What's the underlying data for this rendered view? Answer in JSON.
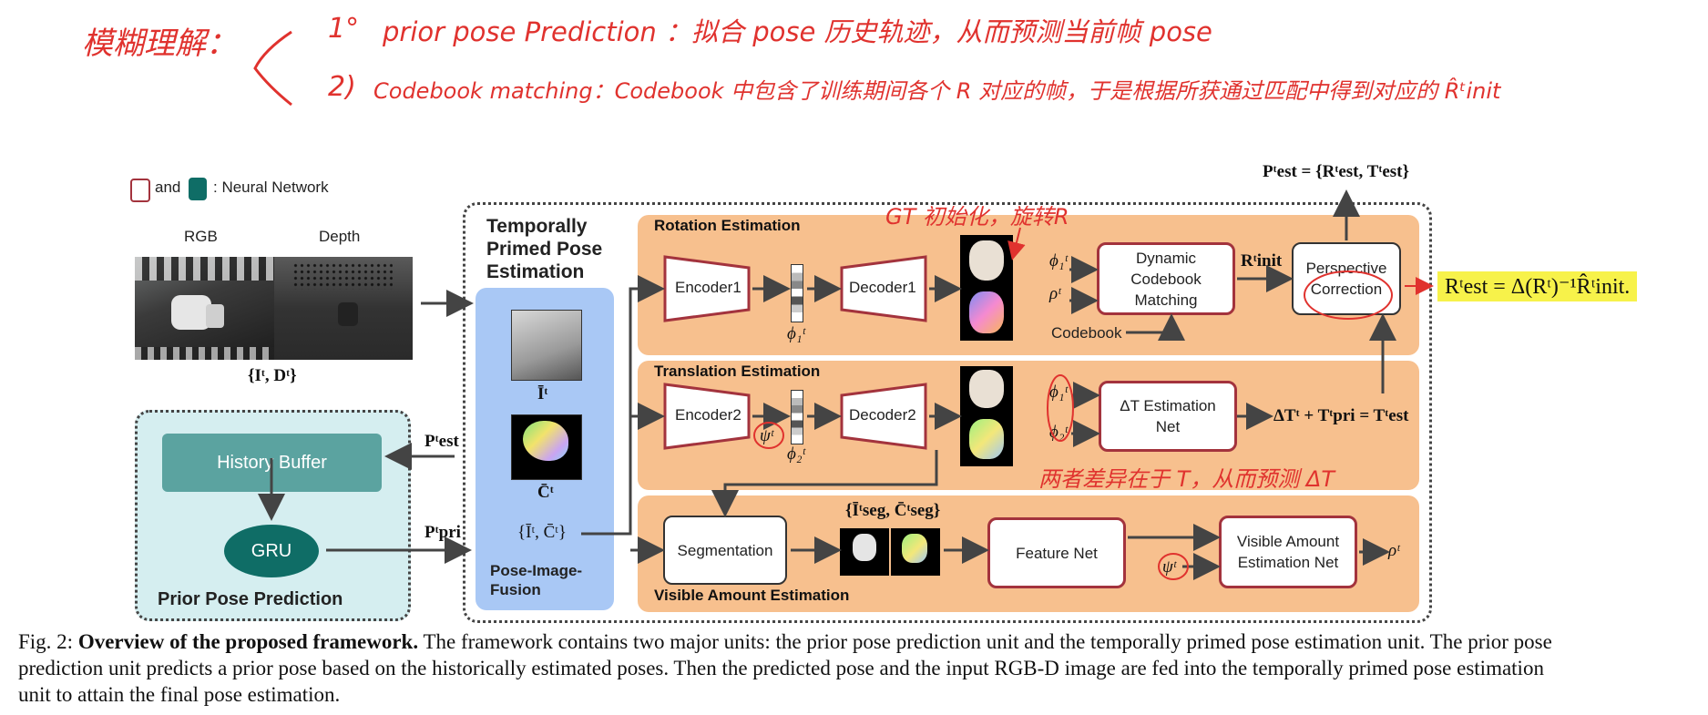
{
  "handwritten": {
    "line1_prefix": "模糊理解：",
    "line1_num": "1°",
    "line1_text": "prior pose Prediction ：拟合 pose 历史轨迹，从而预测当前帧 pose",
    "line2_num": "2)",
    "line2_text": "Codebook matching：Codebook 中包含了训练期间各个 R 对应的帧，于是根据所获通过匹配中得到对应的 R̂ᵗinit",
    "gt_note": "GT 初始化，旋转R",
    "trans_note": "两者差异在于 T，从而预测 ΔT"
  },
  "legend": {
    "and": "and",
    "label": ": Neural Network"
  },
  "input": {
    "rgb_label": "RGB",
    "depth_label": "Depth",
    "formula": "{Iᵗ, Dᵗ}"
  },
  "prior": {
    "title": "Prior Pose Prediction",
    "history": "History Buffer",
    "gru": "GRU",
    "p_est": "Pᵗest",
    "p_pri": "Pᵗpri"
  },
  "fusion": {
    "title": "Temporally Primed Pose Estimation",
    "subtitle": "Pose-Image-Fusion",
    "i_bar": "Īᵗ",
    "c_bar": "C̄ᵗ",
    "pair": "{Īᵗ, C̄ᵗ}"
  },
  "rotation": {
    "title": "Rotation Estimation",
    "encoder": "Encoder1",
    "decoder": "Decoder1",
    "phi": "ϕ₁ᵗ",
    "phi_in": "ϕ₁ᵗ",
    "rho_in": "ρᵗ",
    "codebook_box": "Dynamic Codebook Matching",
    "codebook": "Codebook",
    "r_init": "Rᵗinit",
    "perspective": "Perspective Correction"
  },
  "translation": {
    "title": "Translation Estimation",
    "encoder": "Encoder2",
    "decoder": "Decoder2",
    "psi": "ψᵗ",
    "phi": "ϕ₂ᵗ",
    "phi1": "ϕ₁ᵗ",
    "phi2": "ϕ₂ᵗ",
    "net": "ΔT Estimation Net",
    "out": "ΔTᵗ + Tᵗpri = Tᵗest"
  },
  "visible": {
    "title": "Visible Amount Estimation",
    "segmentation": "Segmentation",
    "seg_label": "{Īᵗseg, C̄ᵗseg}",
    "feature": "Feature Net",
    "psi": "ψᵗ",
    "net": "Visible Amount Estimation Net",
    "rho": "ρᵗ"
  },
  "output": {
    "p_est": "Pᵗest = {Rᵗest, Tᵗest}",
    "highlight": "Rᵗest = Δ(Rᵗ)⁻¹R̂ᵗinit."
  },
  "caption": {
    "fig": "Fig. 2:",
    "bold": "Overview of the proposed framework.",
    "text": "The framework contains two major units: the prior pose prediction unit and the temporally primed pose estimation unit. The prior pose prediction unit predicts a prior pose based on the historically estimated poses. Then the predicted pose and the input RGB-D image are fed into the temporally primed pose estimation unit to attain the final pose estimation."
  },
  "colors": {
    "nn_border": "#a3333d",
    "section_fill": "#f7c08e",
    "fusion_fill": "#a9c8f5",
    "prior_fill": "#d5eef0",
    "history_fill": "#5ba3a0",
    "gru_fill": "#0f6d66",
    "ink": "#e0322e",
    "highlight": "#f7f24a"
  }
}
